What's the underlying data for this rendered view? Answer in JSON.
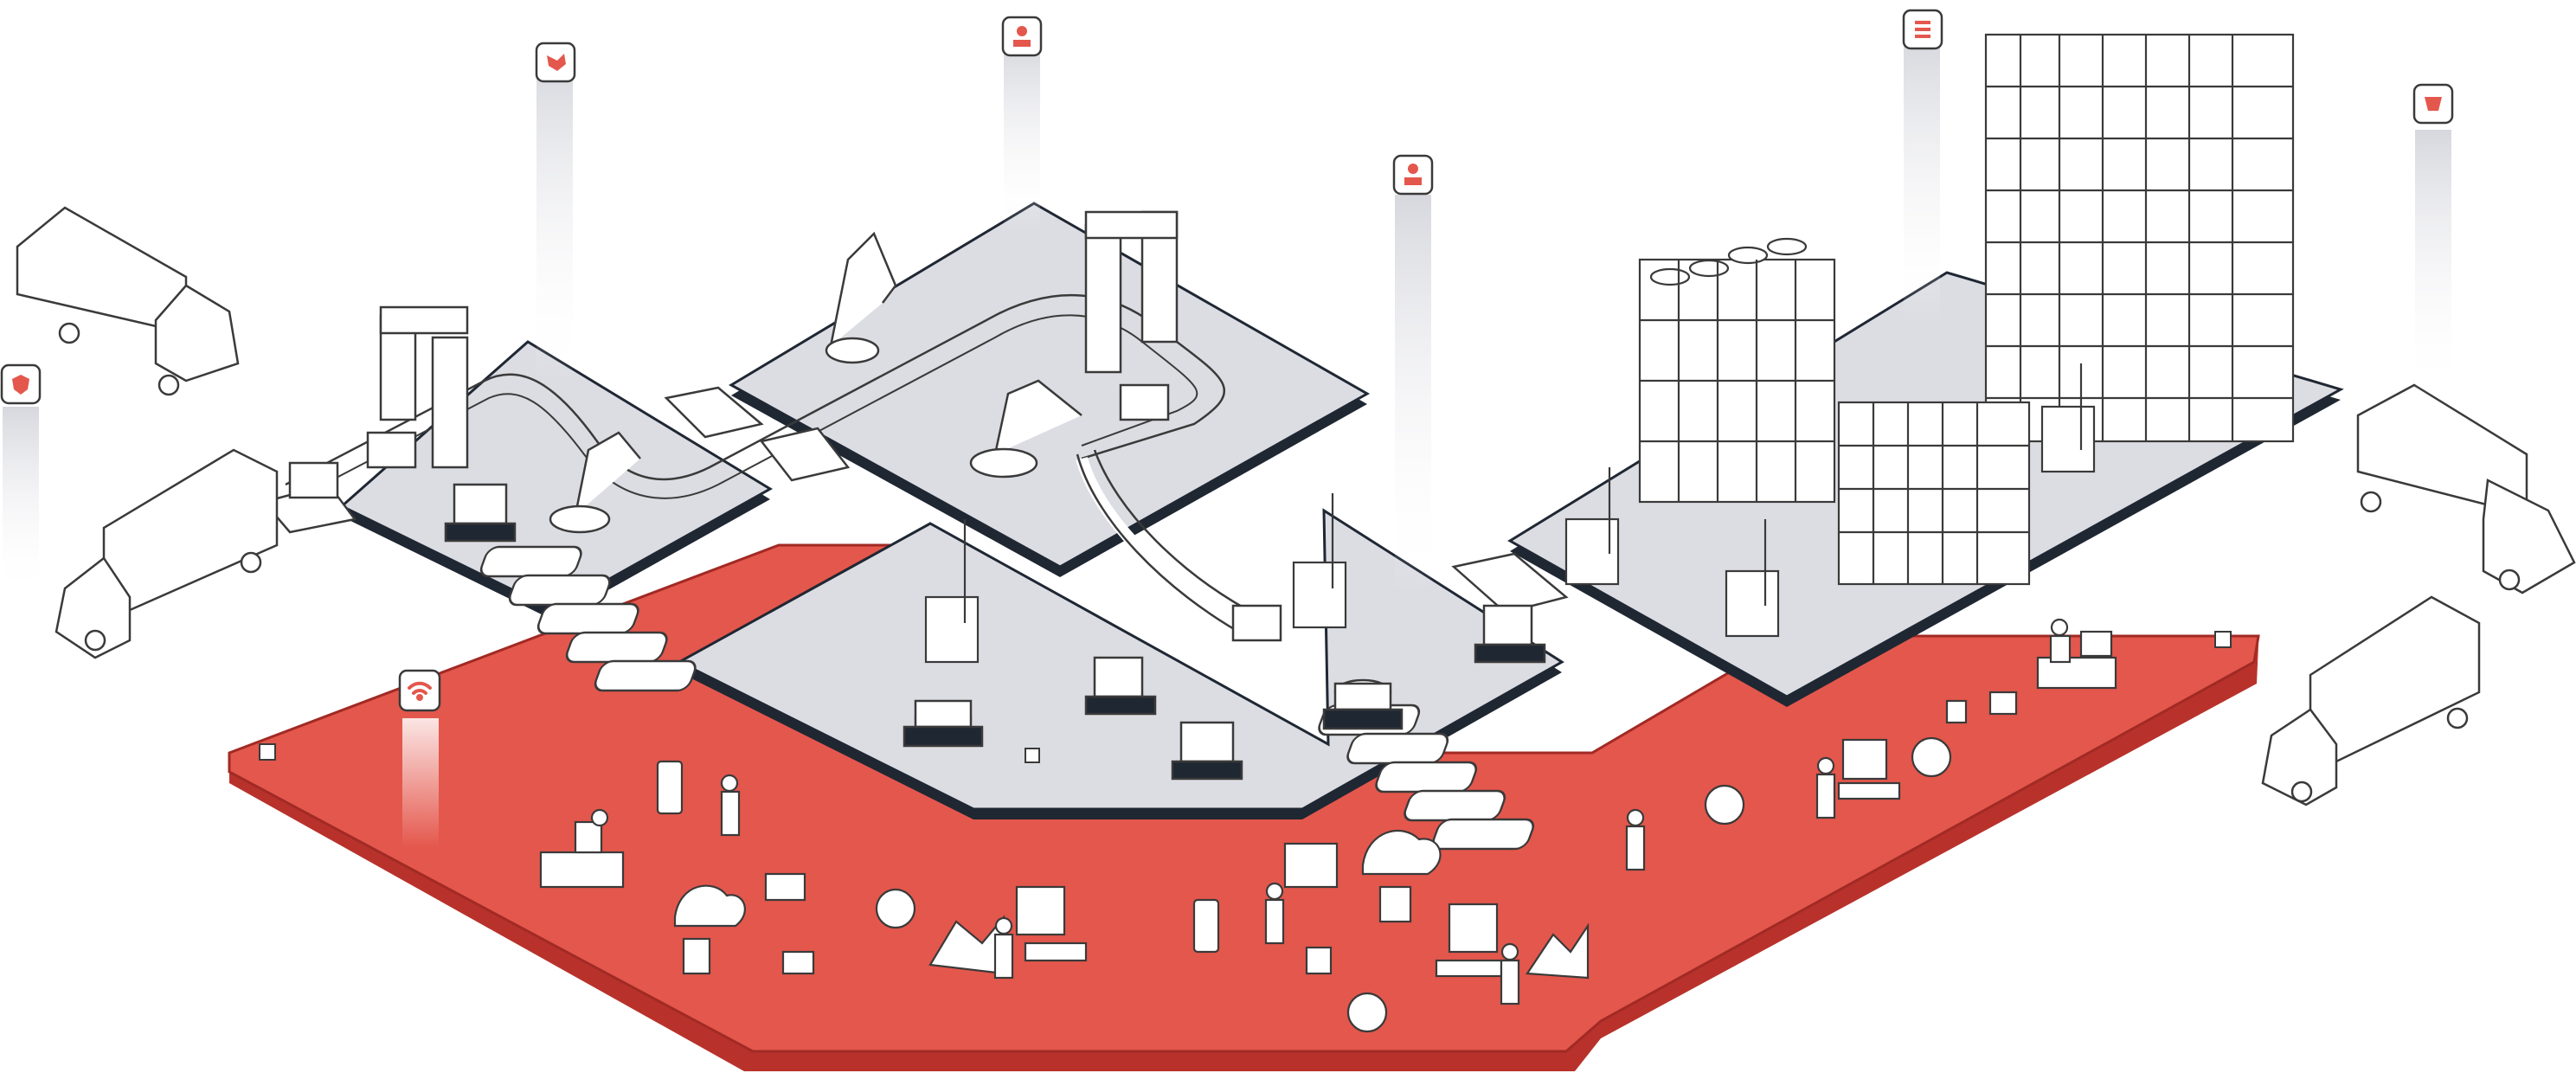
{
  "colors": {
    "accent_red": "#e4574c",
    "accent_red_dark": "#b8322b",
    "platform_grey": "#dcdde3",
    "platform_edge": "#1f2733",
    "line": "#3a3a3a",
    "beam_grey": "#e6e6ea"
  },
  "markers": [
    {
      "icon": "shield-icon",
      "zone": "left-truck"
    },
    {
      "icon": "gripper-icon",
      "zone": "inbound-automation"
    },
    {
      "icon": "robot-arm-icon",
      "zone": "robot-cell"
    },
    {
      "icon": "operator-icon",
      "zone": "agv-floor"
    },
    {
      "icon": "storage-list-icon",
      "zone": "storage"
    },
    {
      "icon": "dock-icon",
      "zone": "right-truck"
    },
    {
      "icon": "wifi-icon",
      "zone": "connectivity-layer"
    }
  ],
  "trucks": [
    {
      "id": "truck-top-left"
    },
    {
      "id": "truck-bottom-left"
    },
    {
      "id": "truck-top-right"
    },
    {
      "id": "truck-bottom-right"
    }
  ]
}
